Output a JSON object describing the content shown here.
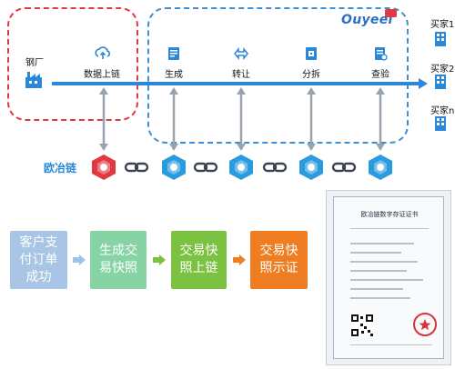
{
  "logo": {
    "text": "Ouyeel"
  },
  "source": {
    "label": "钢厂"
  },
  "stages": [
    {
      "label": "数据上链",
      "icon": "cloud-upload-icon"
    },
    {
      "label": "生成",
      "icon": "document-icon"
    },
    {
      "label": "转让",
      "icon": "swap-icon"
    },
    {
      "label": "分拆",
      "icon": "split-icon"
    },
    {
      "label": "查验",
      "icon": "verify-icon"
    }
  ],
  "buyers": [
    {
      "label": "买家1"
    },
    {
      "label": "买家2"
    },
    {
      "label": "买家n"
    }
  ],
  "chain": {
    "label": "欧冶链"
  },
  "process_steps": [
    {
      "label": "客户支付订单成功",
      "line1": "客户支",
      "line2": "付订单",
      "line3": "成功",
      "color": "#a9c5e6"
    },
    {
      "label": "生成交易快照",
      "line1": "生成交",
      "line2": "易快照",
      "color": "#86d3a3"
    },
    {
      "label": "交易快照上链",
      "line1": "交易快",
      "line2": "照上链",
      "color": "#7cc242"
    },
    {
      "label": "交易快照示证",
      "line1": "交易快",
      "line2": "照示证",
      "color": "#ef7d22"
    }
  ],
  "certificate": {
    "title": "欧冶链数字存证证书"
  },
  "colors": {
    "red_dashed": "#e0393f",
    "blue_dashed": "#3d8fd6",
    "flow": "#2b88d8",
    "chain_red": "#e0393f",
    "chain_blue": "#2b9be0",
    "arrow_blue": "#9cc3ea",
    "arrow_green": "#7cc242",
    "arrow_orange": "#ef7d22"
  }
}
